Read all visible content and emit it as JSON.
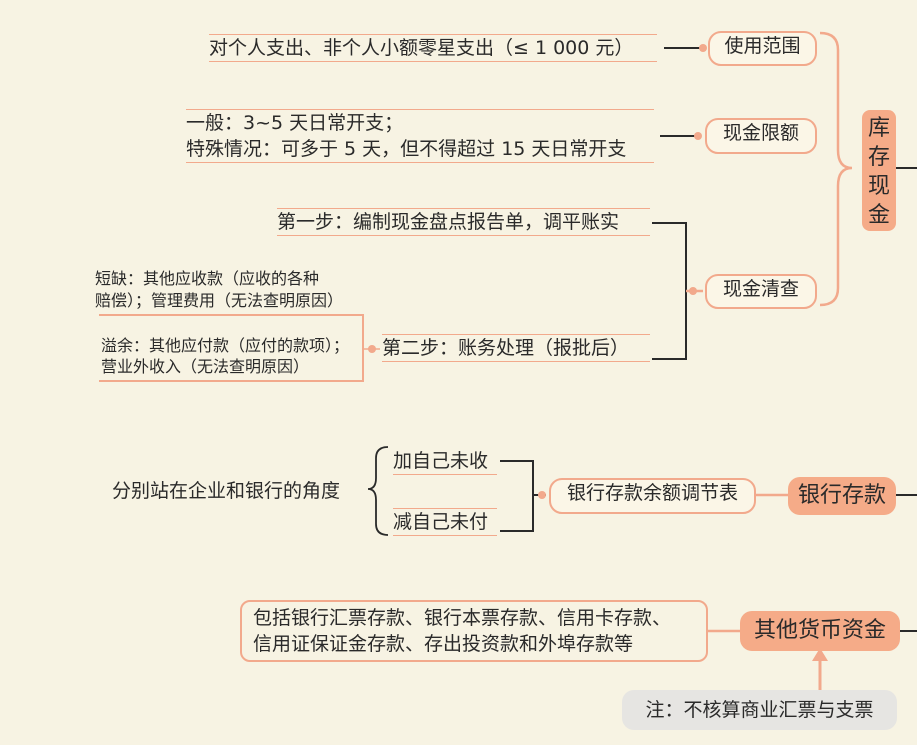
{
  "kucun": {
    "title": "库存现金",
    "title_chars": [
      "库",
      "存",
      "现",
      "金"
    ],
    "fanwei": {
      "label": "使用范围",
      "text": "对个人支出、非个人小额零星支出（≤ 1 000 元）"
    },
    "xiane": {
      "label": "现金限额",
      "lines": [
        "一般：3~5 天日常开支；",
        "特殊情况：可多于 5 天，但不得超过 15 天日常开支"
      ]
    },
    "qingcha": {
      "label": "现金清查",
      "step1": "第一步：编制现金盘点报告单，调平账实",
      "step2": "第二步：账务处理（报批后）",
      "shortage": [
        "短缺：其他应收款（应收的各种",
        "赔偿）；管理费用（无法查明原因）"
      ],
      "surplus": [
        "溢余：其他应付款（应付的款项）；",
        "营业外收入（无法查明原因）"
      ]
    }
  },
  "yinhang": {
    "title": "银行存款",
    "label": "银行存款余额调节表",
    "add": "加自己未收",
    "sub": "减自己未付",
    "perspective": "分别站在企业和银行的角度"
  },
  "qita": {
    "title": "其他货币资金",
    "desc": [
      "包括银行汇票存款、银行本票存款、信用卡存款、",
      "信用证保证金存款、存出投资款和外埠存款等"
    ],
    "note": "注：不核算商业汇票与支票"
  },
  "colors": {
    "accent": "#f5ab88",
    "line": "#f2a98c",
    "bg": "#f7f3e3",
    "note_bg": "#e6e5e2"
  }
}
